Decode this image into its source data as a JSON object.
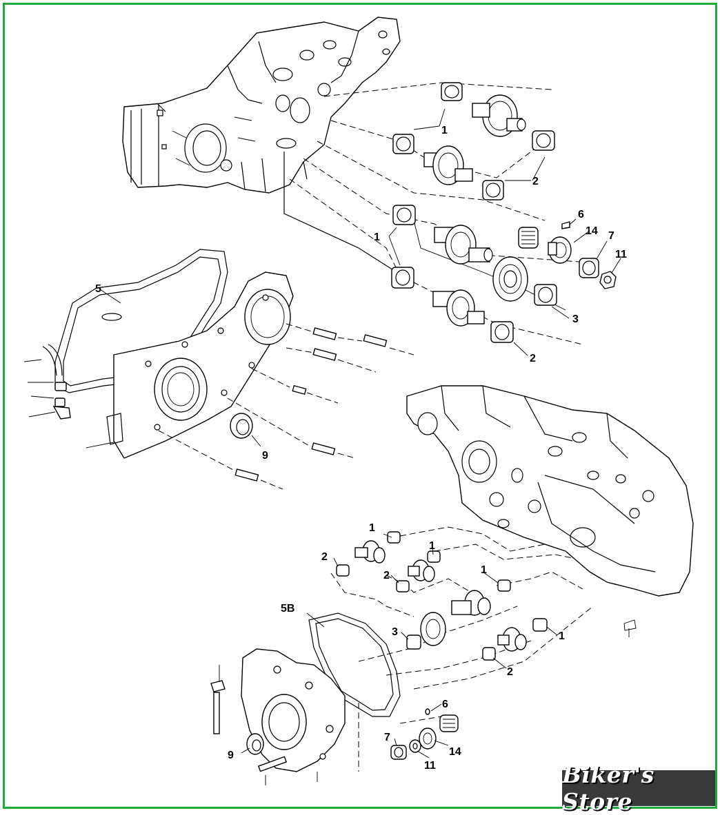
{
  "labels": {
    "top": [
      "1",
      "2",
      "6",
      "14",
      "7",
      "11",
      "1",
      "3",
      "2",
      "5",
      "9"
    ],
    "bottom": [
      "1",
      "2",
      "1",
      "2",
      "1",
      "3",
      "1",
      "2",
      "5B",
      "6",
      "7",
      "14",
      "9",
      "11"
    ]
  },
  "watermark": "Biker's Store",
  "colors": {
    "frame": "#1faa3a",
    "watermark_bg": "#3a3a3a",
    "ink": "#000000"
  }
}
